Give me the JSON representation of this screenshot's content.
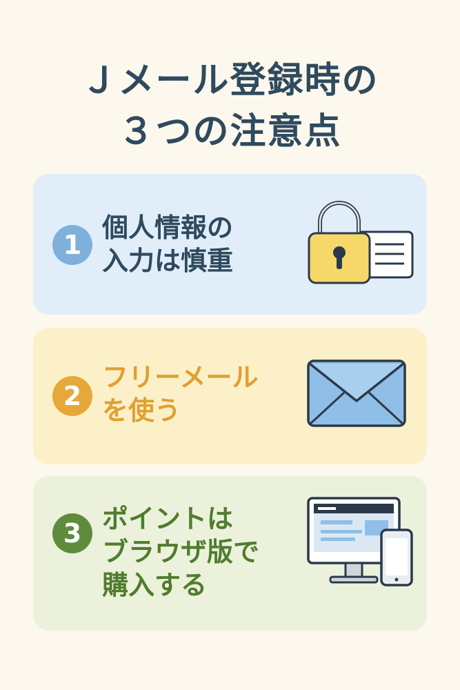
{
  "title": {
    "line1": "Ｊメール登録時の",
    "line2": "３つの注意点"
  },
  "items": [
    {
      "number": "1",
      "lines": [
        "個人情報の",
        "入力は慎重"
      ],
      "icon": "padlock-with-id-card-icon",
      "accent": "#7fb0dc"
    },
    {
      "number": "2",
      "lines": [
        "フリーメール",
        "を使う"
      ],
      "icon": "envelope-icon",
      "accent": "#e7a83a"
    },
    {
      "number": "3",
      "lines": [
        "ポイントは",
        "ブラウザ版で",
        "購入する"
      ],
      "icon": "desktop-and-smartphone-icon",
      "accent": "#5e8c3c"
    }
  ],
  "colors": {
    "background": "#fdf8ee",
    "title": "#2f4a5e",
    "card1": "#e1eef9",
    "card2": "#fcf0c8",
    "card3": "#ecf1dc"
  }
}
